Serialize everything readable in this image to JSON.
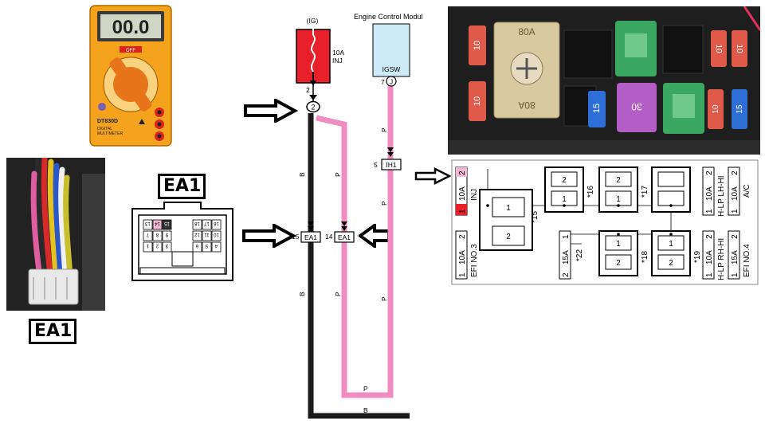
{
  "multimeter": {
    "display": "00.0",
    "model": "DT830D",
    "subtitle_line1": "DIGITAL",
    "subtitle_line2": "MULTIMETER",
    "off_label": "OFF"
  },
  "labels": {
    "ea1_connector_top": "EA1",
    "ea1_photo": "EA1"
  },
  "connector": {
    "row1": [
      "13",
      "14",
      "15",
      "",
      "",
      "18",
      "17",
      "16"
    ],
    "row2": [
      "7",
      "8",
      "9",
      "",
      "",
      "12",
      "11",
      "10"
    ],
    "row3": [
      "1",
      "2",
      "3",
      "",
      "",
      "6",
      "5",
      "4"
    ],
    "highlight_pins": [
      "14",
      "15"
    ]
  },
  "wiring": {
    "ig_label": "(IG)",
    "fuse_name_line1": "10A",
    "fuse_name_line2": "INJ",
    "fuse_pin": "2",
    "junction_label": "2",
    "ecm_title": "Engine Control Module",
    "ecm_pin_name": "IGSW",
    "ecm_pin_number": "7",
    "ecm_pin_letter": "J",
    "ih1_pin": "5",
    "ih1_label": "IH1",
    "ea1_pin_left": "15",
    "ea1_label_left": "EA1",
    "ea1_pin_right": "14",
    "ea1_label_right": "EA1",
    "wire_b": "B",
    "wire_p": "P",
    "colors": {
      "black": "#1a1a1a",
      "pink": "#f08cc0",
      "fuse_red": "#e8202a",
      "ecm_blue": "#cfeaf7"
    }
  },
  "fuse_photo": {
    "big_fuse": "80A",
    "small_fuses": [
      "10",
      "10",
      "15",
      "10",
      "15",
      "10",
      "10"
    ],
    "relay_text": "30"
  },
  "fuse_box": {
    "inj": {
      "pin1": "1",
      "rating": "10A",
      "pin2": "2",
      "name": "INJ"
    },
    "efi3": {
      "pin1": "1",
      "rating": "10A",
      "pin2": "2",
      "name": "EFI NO.3"
    },
    "r15": {
      "star": "*15",
      "pins": [
        "1",
        "2"
      ]
    },
    "r16": {
      "star": "*16",
      "pins": [
        "2",
        "1"
      ]
    },
    "r17": {
      "star": "*17",
      "pins": [
        "2",
        "1"
      ]
    },
    "r18": {
      "star": "*18",
      "pins": [
        "1",
        "2"
      ]
    },
    "r19": {
      "star": "*19",
      "pins": [
        "1",
        "2"
      ]
    },
    "r_top_right_empty": {
      "pins": [
        "",
        ""
      ]
    },
    "f22": {
      "star": "*22",
      "pin1": "2",
      "rating": "15A",
      "pin2": "1"
    },
    "hlp_lh": {
      "pin1": "1",
      "rating": "10A",
      "pin2": "2",
      "name": "H-LP LH-HI"
    },
    "ac": {
      "pin1": "1",
      "rating": "10A",
      "pin2": "2",
      "name": "A/C"
    },
    "hlp_rh": {
      "pin1": "1",
      "rating": "10A",
      "pin2": "2",
      "name": "H-LP RH-HI"
    },
    "efi4": {
      "pin1": "1",
      "rating": "15A",
      "pin2": "2",
      "name": "EFI NO.4"
    }
  }
}
